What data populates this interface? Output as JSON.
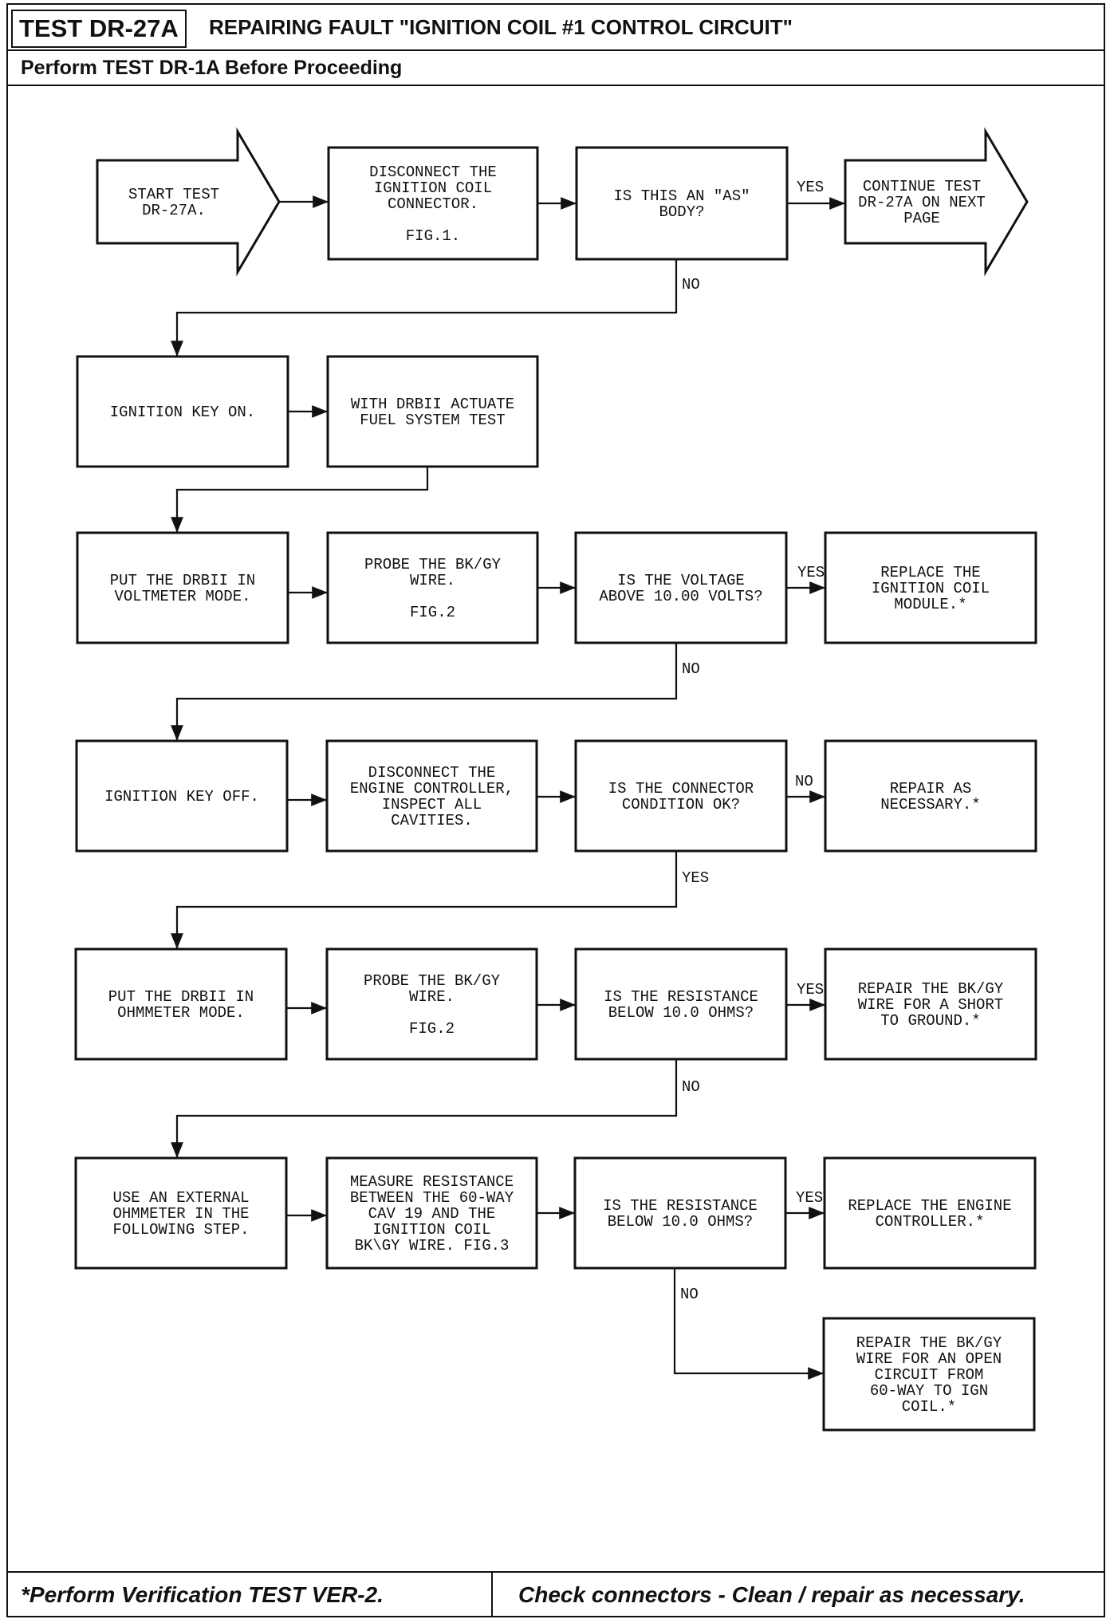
{
  "header": {
    "test_id": "TEST DR-27A",
    "title": "REPAIRING FAULT \"IGNITION COIL #1 CONTROL CIRCUIT\"",
    "subheader": "Perform TEST DR-1A Before Proceeding"
  },
  "footer": {
    "left": "*Perform Verification TEST VER-2.",
    "right": "Check connectors - Clean / repair as necessary."
  },
  "nodes": {
    "start": [
      "START TEST",
      "DR-27A."
    ],
    "disconnect_coil": [
      "DISCONNECT THE",
      "IGNITION COIL",
      "CONNECTOR.",
      "",
      "FIG.1."
    ],
    "as_body": [
      "IS THIS AN \"AS\"",
      "BODY?"
    ],
    "continue": [
      "CONTINUE TEST",
      "DR-27A ON NEXT",
      "PAGE"
    ],
    "key_on": [
      "IGNITION KEY ON."
    ],
    "actuate": [
      "WITH DRBII ACTUATE",
      "FUEL SYSTEM TEST"
    ],
    "voltmeter": [
      "PUT THE DRBII IN",
      "VOLTMETER MODE."
    ],
    "probe1": [
      "PROBE THE BK/GY",
      "WIRE.",
      "",
      "FIG.2"
    ],
    "voltage": [
      "IS THE VOLTAGE",
      "ABOVE 10.00 VOLTS?"
    ],
    "replace_module": [
      "REPLACE THE",
      "IGNITION COIL",
      "MODULE.*"
    ],
    "key_off": [
      "IGNITION KEY OFF."
    ],
    "disconnect_ctrl": [
      "DISCONNECT THE",
      "ENGINE CONTROLLER,",
      "INSPECT ALL",
      "CAVITIES."
    ],
    "connector_ok": [
      "IS THE CONNECTOR",
      "CONDITION OK?"
    ],
    "repair_nec": [
      "REPAIR AS",
      "NECESSARY.*"
    ],
    "ohmmeter": [
      "PUT THE DRBII IN",
      "OHMMETER MODE."
    ],
    "probe2": [
      "PROBE THE BK/GY",
      "WIRE.",
      "",
      "FIG.2"
    ],
    "resist1": [
      "IS THE RESISTANCE",
      "BELOW 10.0 OHMS?"
    ],
    "repair_short": [
      "REPAIR THE BK/GY",
      "WIRE FOR A SHORT",
      "TO GROUND.*"
    ],
    "external": [
      "USE AN EXTERNAL",
      "OHMMETER IN THE",
      "FOLLOWING STEP."
    ],
    "measure": [
      "MEASURE RESISTANCE",
      "BETWEEN THE 60-WAY",
      "CAV 19 AND THE",
      "IGNITION COIL",
      "BK\\GY WIRE. FIG.3"
    ],
    "resist2": [
      "IS THE RESISTANCE",
      "BELOW 10.0 OHMS?"
    ],
    "replace_ctrl": [
      "REPLACE THE ENGINE",
      "CONTROLLER.*"
    ],
    "repair_open": [
      "REPAIR THE BK/GY",
      "WIRE FOR AN OPEN",
      "CIRCUIT FROM",
      "60-WAY TO IGN",
      "COIL.*"
    ]
  },
  "labels": {
    "yes": "YES",
    "no": "NO"
  }
}
